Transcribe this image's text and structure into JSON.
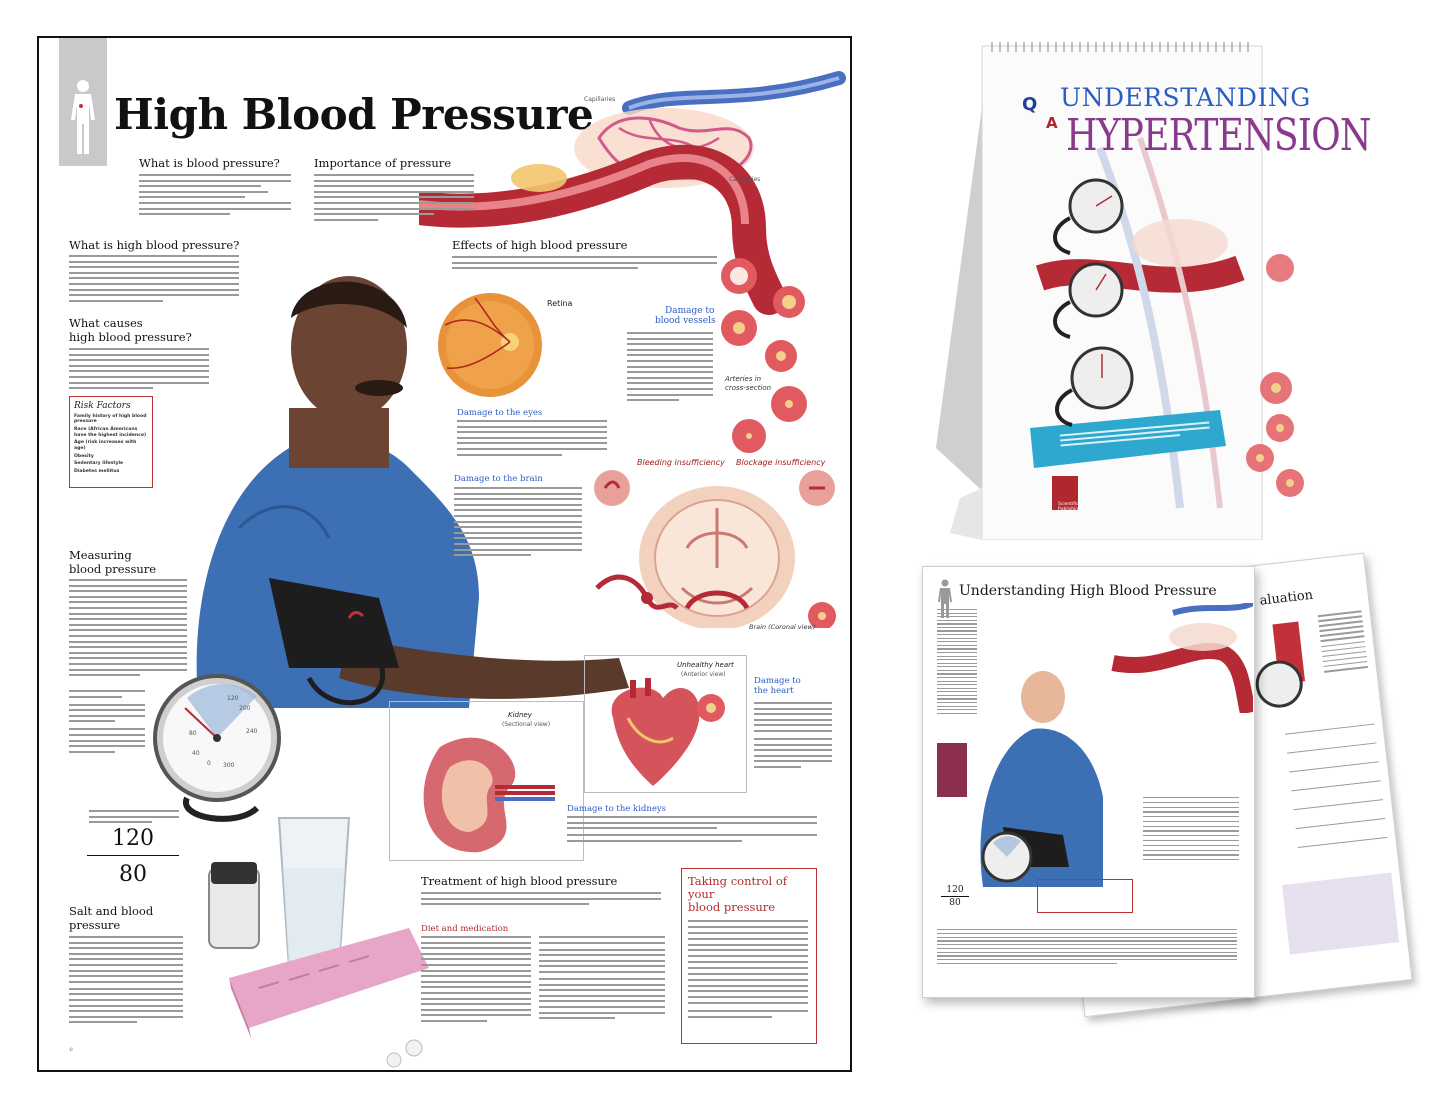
{
  "poster": {
    "title": "High Blood Pressure",
    "sections": {
      "what_is_bp": "What is blood pressure?",
      "importance": "Importance of pressure",
      "what_is_hbp": "What is high blood pressure?",
      "what_causes_1": "What causes",
      "what_causes_2": "high blood pressure?",
      "effects": "Effects of high blood pressure",
      "damage_eyes": "Damage to the eyes",
      "damage_brain": "Damage to the brain",
      "damage_vessels_1": "Damage to",
      "damage_vessels_2": "blood vessels",
      "measuring_1": "Measuring",
      "measuring_2": "blood pressure",
      "damage_heart_1": "Damage to",
      "damage_heart_2": "the heart",
      "damage_kidneys": "Damage to the kidneys",
      "salt_1": "Salt and blood",
      "salt_2": "pressure",
      "treatment": "Treatment of high blood pressure",
      "diet": "Diet and medication",
      "taking_control_1": "Taking control of your",
      "taking_control_2": "blood pressure"
    },
    "risk_factors": {
      "title": "Risk Factors",
      "items": [
        "Family history of high blood pressure",
        "Race (African Americans have the highest incidence)",
        "Age (risk increases with age)",
        "Obesity",
        "Sedentary lifestyle",
        "Diabetes mellitus"
      ]
    },
    "illustration_labels": {
      "capillaries": "Capillaries",
      "retina": "Retina",
      "arteries_1": "Arteries in",
      "arteries_2": "cross-section",
      "bleeding": "Bleeding insufficiency",
      "blockage": "Blockage insufficiency",
      "brain": "Brain",
      "brain_view": "(Coronal view)",
      "kidney": "Kidney",
      "kidney_view": "(Sectional view)",
      "heart": "Unhealthy heart",
      "heart_view": "(Anterior view)"
    },
    "reading": {
      "systolic": "120",
      "diastolic": "80"
    },
    "gauge_ticks": [
      "120",
      "200",
      "240",
      "80",
      "40",
      "0",
      "300"
    ]
  },
  "flipchart": {
    "q": "Q",
    "a": "A",
    "title_line1": "UNDERSTANDING",
    "title_line2": "HYPERTENSION",
    "publisher_1": "Scientific",
    "publisher_2": "Publishing"
  },
  "brochure_front": {
    "title": "Understanding High Blood Pressure",
    "reading": {
      "systolic": "120",
      "diastolic": "80"
    }
  },
  "brochure_back": {
    "title_fragment": "aluation"
  },
  "colors": {
    "artery_red": "#c4303a",
    "vein_blue": "#4a6fc0",
    "heading_red": "#b02a2a",
    "shirt_blue": "#3d6fb4",
    "flip_blue": "#2b5cc4",
    "flip_purple": "#8a3a8c",
    "banner_teal": "#2ea8cf"
  }
}
